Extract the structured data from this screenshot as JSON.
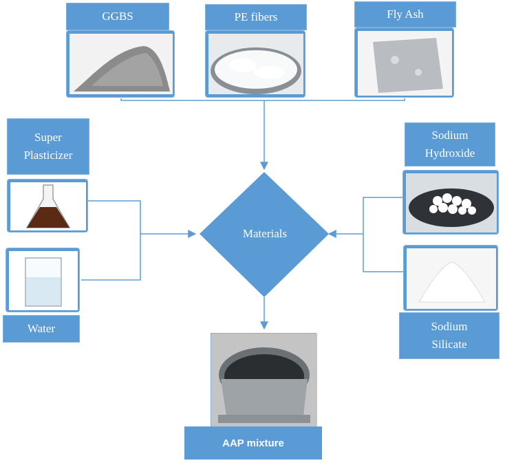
{
  "materials": {
    "ggbs": "GGBS",
    "pe_fibers": "PE fibers",
    "fly_ash": "Fly Ash",
    "super_plasticizer": [
      "Super",
      "Plasticizer"
    ],
    "water": "Water",
    "sodium_hydroxide": [
      "Sodium",
      "Hydroxide"
    ],
    "sodium_silicate": [
      "Sodium",
      "Silicate"
    ]
  },
  "center": "Materials",
  "output": "AAP mixture",
  "colors": {
    "box": "#5b9bd5",
    "line": "#5b9bd5",
    "text": "#ffffff"
  }
}
